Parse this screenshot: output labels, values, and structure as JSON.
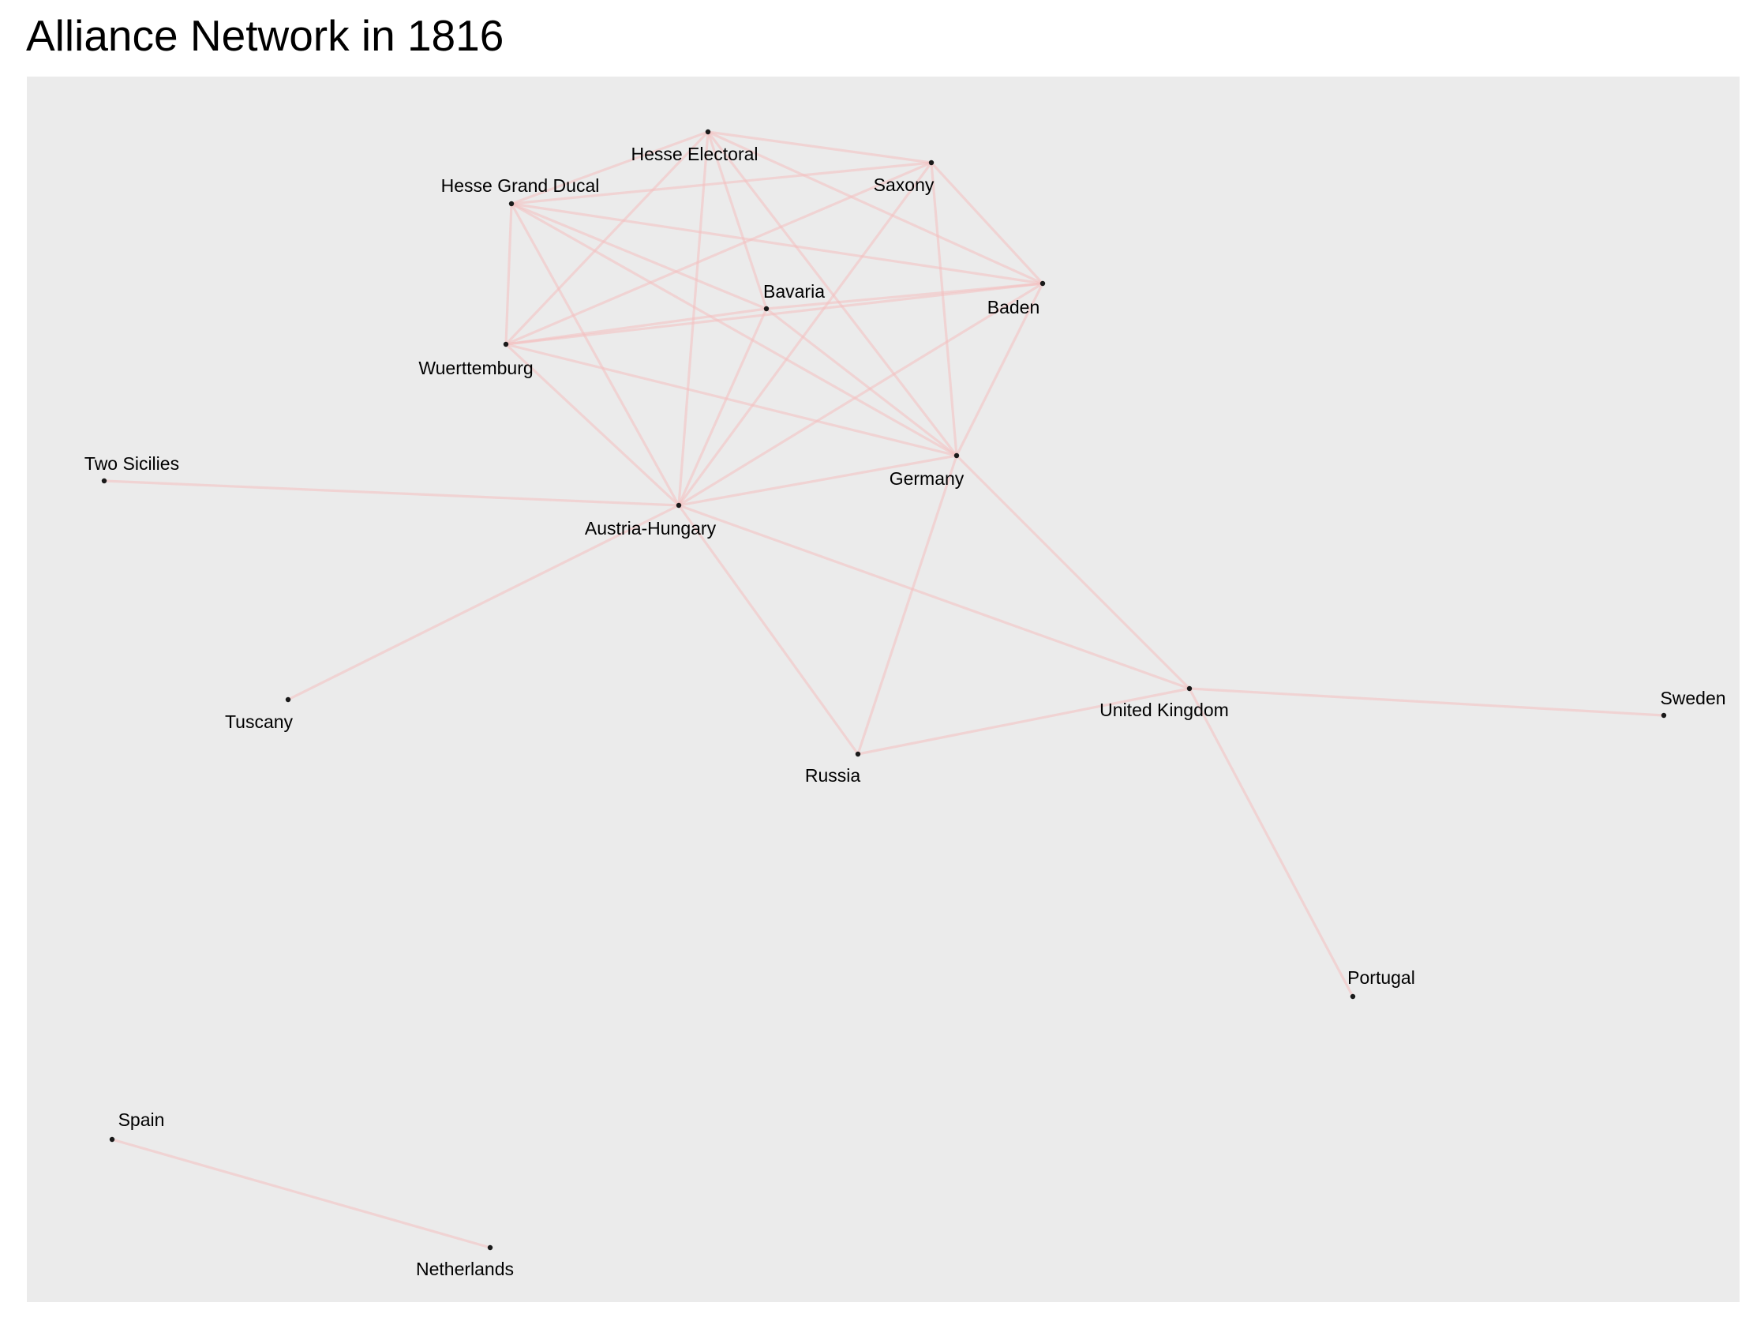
{
  "title": "Alliance Network in 1816",
  "chart_data": {
    "type": "network",
    "nodes": [
      "Hesse Electoral",
      "Saxony",
      "Hesse Grand Ducal",
      "Baden",
      "Bavaria",
      "Wuerttemburg",
      "Germany",
      "Austria-Hungary",
      "Two Sicilies",
      "Tuscany",
      "United Kingdom",
      "Sweden",
      "Russia",
      "Portugal",
      "Spain",
      "Netherlands"
    ],
    "edges": [
      [
        "Hesse Electoral",
        "Saxony"
      ],
      [
        "Hesse Electoral",
        "Hesse Grand Ducal"
      ],
      [
        "Hesse Electoral",
        "Baden"
      ],
      [
        "Hesse Electoral",
        "Bavaria"
      ],
      [
        "Hesse Electoral",
        "Wuerttemburg"
      ],
      [
        "Hesse Electoral",
        "Germany"
      ],
      [
        "Hesse Electoral",
        "Austria-Hungary"
      ],
      [
        "Saxony",
        "Hesse Grand Ducal"
      ],
      [
        "Saxony",
        "Baden"
      ],
      [
        "Saxony",
        "Wuerttemburg"
      ],
      [
        "Saxony",
        "Germany"
      ],
      [
        "Saxony",
        "Austria-Hungary"
      ],
      [
        "Hesse Grand Ducal",
        "Baden"
      ],
      [
        "Hesse Grand Ducal",
        "Bavaria"
      ],
      [
        "Hesse Grand Ducal",
        "Wuerttemburg"
      ],
      [
        "Hesse Grand Ducal",
        "Germany"
      ],
      [
        "Hesse Grand Ducal",
        "Austria-Hungary"
      ],
      [
        "Baden",
        "Bavaria"
      ],
      [
        "Baden",
        "Wuerttemburg"
      ],
      [
        "Baden",
        "Germany"
      ],
      [
        "Baden",
        "Austria-Hungary"
      ],
      [
        "Bavaria",
        "Wuerttemburg"
      ],
      [
        "Bavaria",
        "Germany"
      ],
      [
        "Bavaria",
        "Austria-Hungary"
      ],
      [
        "Wuerttemburg",
        "Germany"
      ],
      [
        "Wuerttemburg",
        "Austria-Hungary"
      ],
      [
        "Germany",
        "Austria-Hungary"
      ],
      [
        "Germany",
        "United Kingdom"
      ],
      [
        "Germany",
        "Russia"
      ],
      [
        "Austria-Hungary",
        "Two Sicilies"
      ],
      [
        "Austria-Hungary",
        "Tuscany"
      ],
      [
        "Austria-Hungary",
        "United Kingdom"
      ],
      [
        "Austria-Hungary",
        "Russia"
      ],
      [
        "United Kingdom",
        "Russia"
      ],
      [
        "United Kingdom",
        "Sweden"
      ],
      [
        "United Kingdom",
        "Portugal"
      ],
      [
        "Spain",
        "Netherlands"
      ]
    ],
    "colors": {
      "edge": "#f4c0c0",
      "node": "#1a1a1a",
      "panel_background": "#ebebeb"
    }
  }
}
